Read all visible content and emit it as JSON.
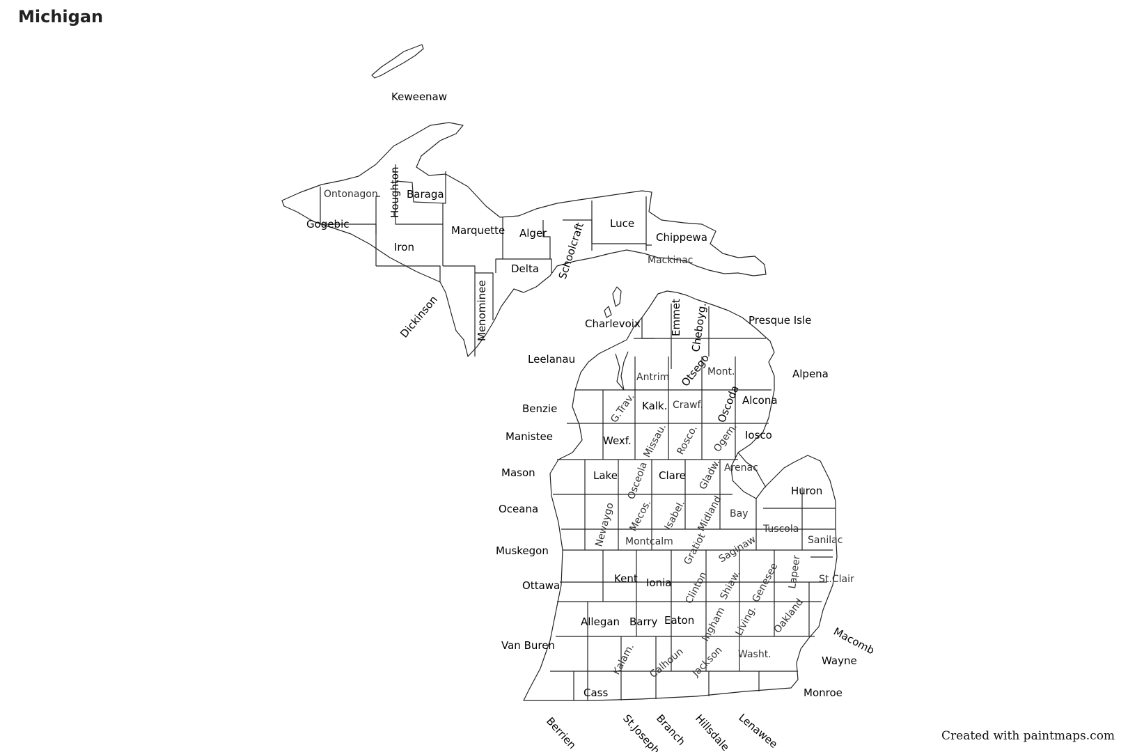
{
  "title": "Michigan",
  "credit": "Created with paintmaps.com",
  "map": {
    "stroke_color": "#222222",
    "fill_color": "#ffffff",
    "counties": [
      {
        "name": "Keweenaw"
      },
      {
        "name": "Ontonagon"
      },
      {
        "name": "Houghton"
      },
      {
        "name": "Baraga"
      },
      {
        "name": "Gogebic"
      },
      {
        "name": "Iron"
      },
      {
        "name": "Marquette"
      },
      {
        "name": "Alger"
      },
      {
        "name": "Schoolcraft"
      },
      {
        "name": "Luce"
      },
      {
        "name": "Chippewa"
      },
      {
        "name": "Mackinac"
      },
      {
        "name": "Delta"
      },
      {
        "name": "Dickinson"
      },
      {
        "name": "Menominee"
      },
      {
        "name": "Charlevoix"
      },
      {
        "name": "Emmet"
      },
      {
        "name": "Cheboyg."
      },
      {
        "name": "Presque Isle"
      },
      {
        "name": "Leelanau"
      },
      {
        "name": "Antrim"
      },
      {
        "name": "Otsego"
      },
      {
        "name": "Mont."
      },
      {
        "name": "Alpena"
      },
      {
        "name": "Benzie"
      },
      {
        "name": "G.Trav."
      },
      {
        "name": "Kalk."
      },
      {
        "name": "Crawf."
      },
      {
        "name": "Oscoda"
      },
      {
        "name": "Alcona"
      },
      {
        "name": "Manistee"
      },
      {
        "name": "Wexf."
      },
      {
        "name": "Missau."
      },
      {
        "name": "Rosco."
      },
      {
        "name": "Ogem."
      },
      {
        "name": "Iosco"
      },
      {
        "name": "Mason"
      },
      {
        "name": "Lake"
      },
      {
        "name": "Osceola"
      },
      {
        "name": "Clare"
      },
      {
        "name": "Gladw."
      },
      {
        "name": "Arenac"
      },
      {
        "name": "Huron"
      },
      {
        "name": "Oceana"
      },
      {
        "name": "Newaygo"
      },
      {
        "name": "Mecos."
      },
      {
        "name": "Isabel."
      },
      {
        "name": "Midland"
      },
      {
        "name": "Bay"
      },
      {
        "name": "Tuscola"
      },
      {
        "name": "Sanilac"
      },
      {
        "name": "Muskegon"
      },
      {
        "name": "Montcalm"
      },
      {
        "name": "Gratiot"
      },
      {
        "name": "Saginaw"
      },
      {
        "name": "Ottawa"
      },
      {
        "name": "Kent"
      },
      {
        "name": "Ionia"
      },
      {
        "name": "Clinton"
      },
      {
        "name": "Shiaw."
      },
      {
        "name": "Genesee"
      },
      {
        "name": "Lapeer"
      },
      {
        "name": "St.Clair"
      },
      {
        "name": "Allegan"
      },
      {
        "name": "Barry"
      },
      {
        "name": "Eaton"
      },
      {
        "name": "Ingham"
      },
      {
        "name": "Living."
      },
      {
        "name": "Oakland"
      },
      {
        "name": "Macomb"
      },
      {
        "name": "Van Buren"
      },
      {
        "name": "Kalam."
      },
      {
        "name": "Calhoun"
      },
      {
        "name": "Jackson"
      },
      {
        "name": "Washt."
      },
      {
        "name": "Wayne"
      },
      {
        "name": "Cass"
      },
      {
        "name": "Monroe"
      },
      {
        "name": "Berrien"
      },
      {
        "name": "St.Joseph"
      },
      {
        "name": "Branch"
      },
      {
        "name": "Hillsdale"
      },
      {
        "name": "Lenawee"
      }
    ]
  }
}
